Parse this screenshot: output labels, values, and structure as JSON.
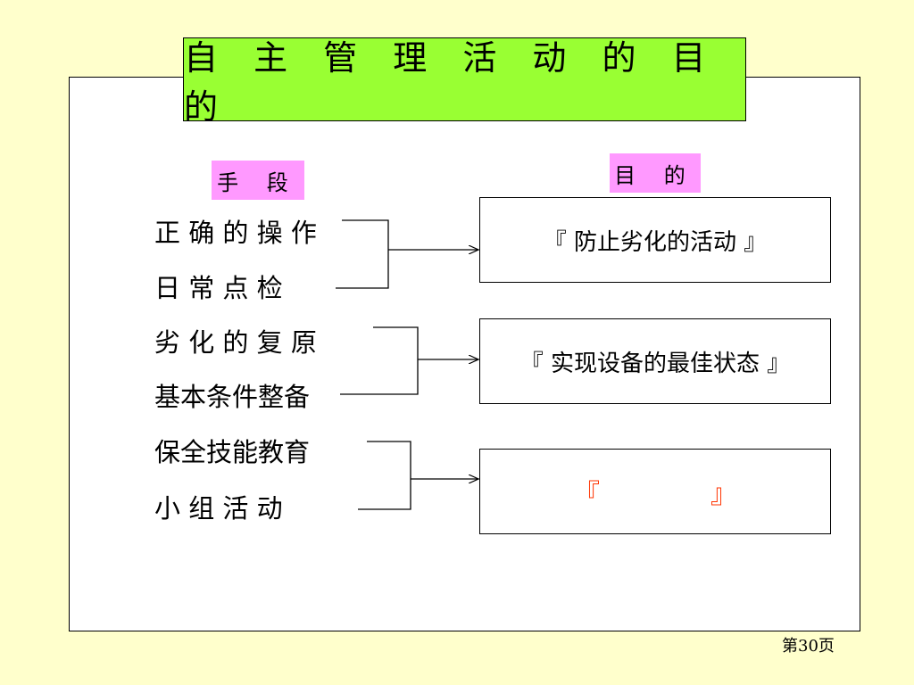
{
  "slide": {
    "title": "自 主 管 理 活 动 的 目 的",
    "means_label": "手 段",
    "purpose_label": "目 的",
    "means": [
      "正 确 的 操 作",
      "日 常 点 检",
      "劣 化 的 复 原",
      "基本条件整备",
      "保全技能教育",
      "小 组 活 动"
    ],
    "goals": [
      "『 防止劣化的活动 』",
      "『 实现设备的最佳状态 』",
      "『             』"
    ],
    "page_number": "第30页"
  },
  "colors": {
    "background": "#FFFFCC",
    "title_fill": "#99FF33",
    "label_fill": "#FF99FF",
    "goal3_text": "#FF3300"
  }
}
